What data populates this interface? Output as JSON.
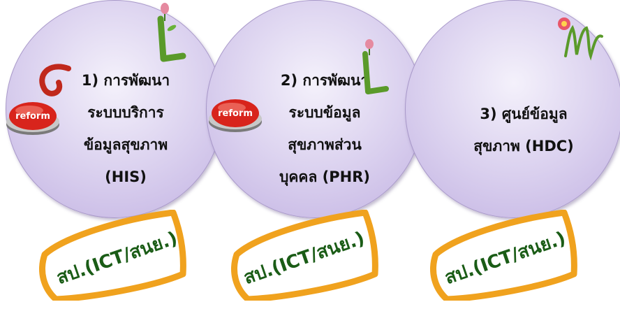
{
  "items": [
    {
      "lines": [
        "1) การพัฒนา",
        "ระบบบริการ",
        "ข้อมูลสุขภาพ",
        "(HIS)"
      ],
      "reform_label": "reform",
      "tag": "สป.(ICT/สนย.)"
    },
    {
      "lines": [
        "2) การพัฒนา",
        "ระบบข้อมูล",
        "สุขภาพส่วน",
        "บุคคล (PHR)"
      ],
      "reform_label": "reform",
      "tag": "สป.(ICT/สนย.)"
    },
    {
      "lines": [
        "3) ศูนย์ข้อมูล",
        "สุขภาพ (HDC)"
      ],
      "tag": "สป.(ICT/สนย.)"
    }
  ],
  "colors": {
    "circle": "#d9cfee",
    "tag_border": "#f0a21e",
    "tag_text": "#1a5c16",
    "reform_button": "#d8241c"
  },
  "icons": [
    "reform-button-icon",
    "red-swirl-icon",
    "flower-letter-l-icon",
    "flower-letter-m-icon"
  ]
}
